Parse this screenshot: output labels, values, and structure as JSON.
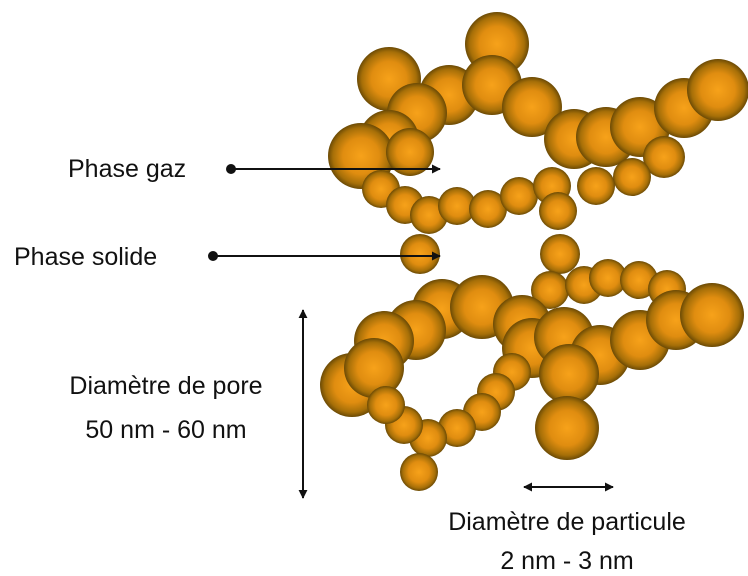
{
  "labels": {
    "gas_phase": "Phase gaz",
    "solid_phase": "Phase solide",
    "pore_diameter_title": "Diamètre de pore",
    "pore_diameter_range": "50 nm - 60 nm",
    "particle_diameter_title": "Diamètre de particule",
    "particle_diameter_range": "2 nm - 3 nm"
  },
  "colors": {
    "particle_center": "#f7a21a",
    "particle_mid": "#d4880c",
    "particle_edge": "#6b4a05",
    "line": "#111111"
  }
}
